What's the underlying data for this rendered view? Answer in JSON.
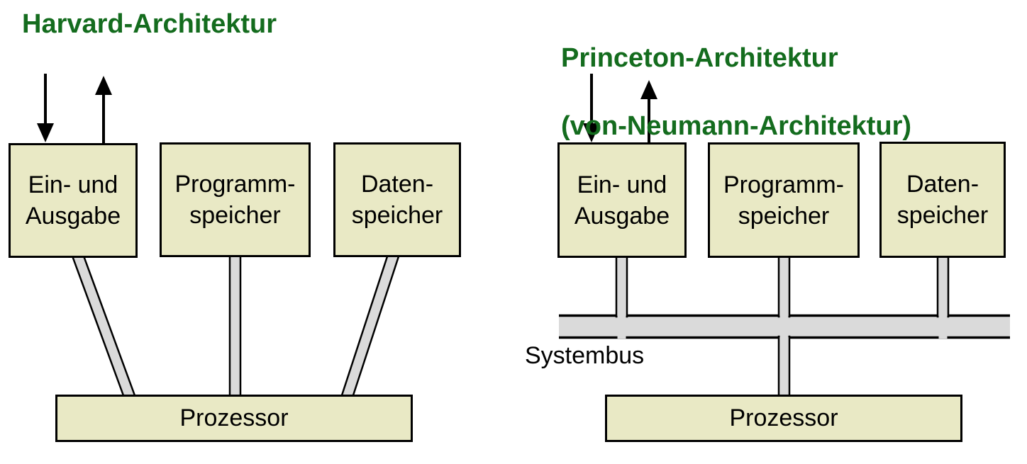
{
  "colors": {
    "title_green": "#146c1e",
    "box_fill": "#e9e9c5",
    "connector_gray": "#dadada",
    "outline_black": "#000000"
  },
  "harvard": {
    "title": "Harvard-Architektur",
    "boxes": [
      {
        "line1": "Ein- und",
        "line2": "Ausgabe"
      },
      {
        "line1": "Programm-",
        "line2": "speicher"
      },
      {
        "line1": "Daten-",
        "line2": "speicher"
      }
    ],
    "processor_label": "Prozessor"
  },
  "princeton": {
    "title_line1": "Princeton-Architektur",
    "title_line2": "(von-Neumann-Architektur)",
    "boxes": [
      {
        "line1": "Ein- und",
        "line2": "Ausgabe"
      },
      {
        "line1": "Programm-",
        "line2": "speicher"
      },
      {
        "line1": "Daten-",
        "line2": "speicher"
      }
    ],
    "bus_label": "Systembus",
    "processor_label": "Prozessor"
  }
}
